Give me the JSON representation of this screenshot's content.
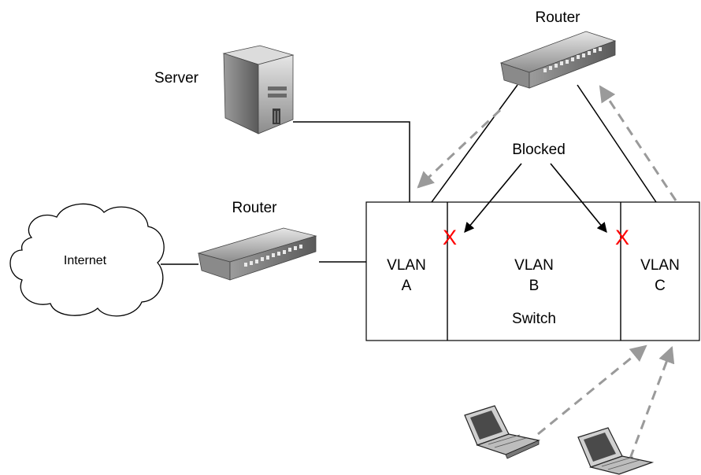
{
  "labels": {
    "router_top": "Router",
    "router_left": "Router",
    "server": "Server",
    "internet": "Internet",
    "blocked": "Blocked",
    "vlan_a": [
      "VLAN",
      "A"
    ],
    "vlan_b": [
      "VLAN",
      "B"
    ],
    "vlan_c": [
      "VLAN",
      "C"
    ],
    "switch": "Switch",
    "blocked_mark": "X"
  },
  "colors": {
    "line": "#000000",
    "traffic_arrow": "#9a9a9a",
    "blocked_mark": "#ff0000",
    "device_body": "#8a8a8a",
    "device_light": "#d6d6d6",
    "device_dark": "#4a4a4a"
  },
  "icons": {
    "server": "server-icon",
    "router": "router-icon",
    "cloud": "cloud-icon",
    "laptop": "laptop-icon"
  }
}
